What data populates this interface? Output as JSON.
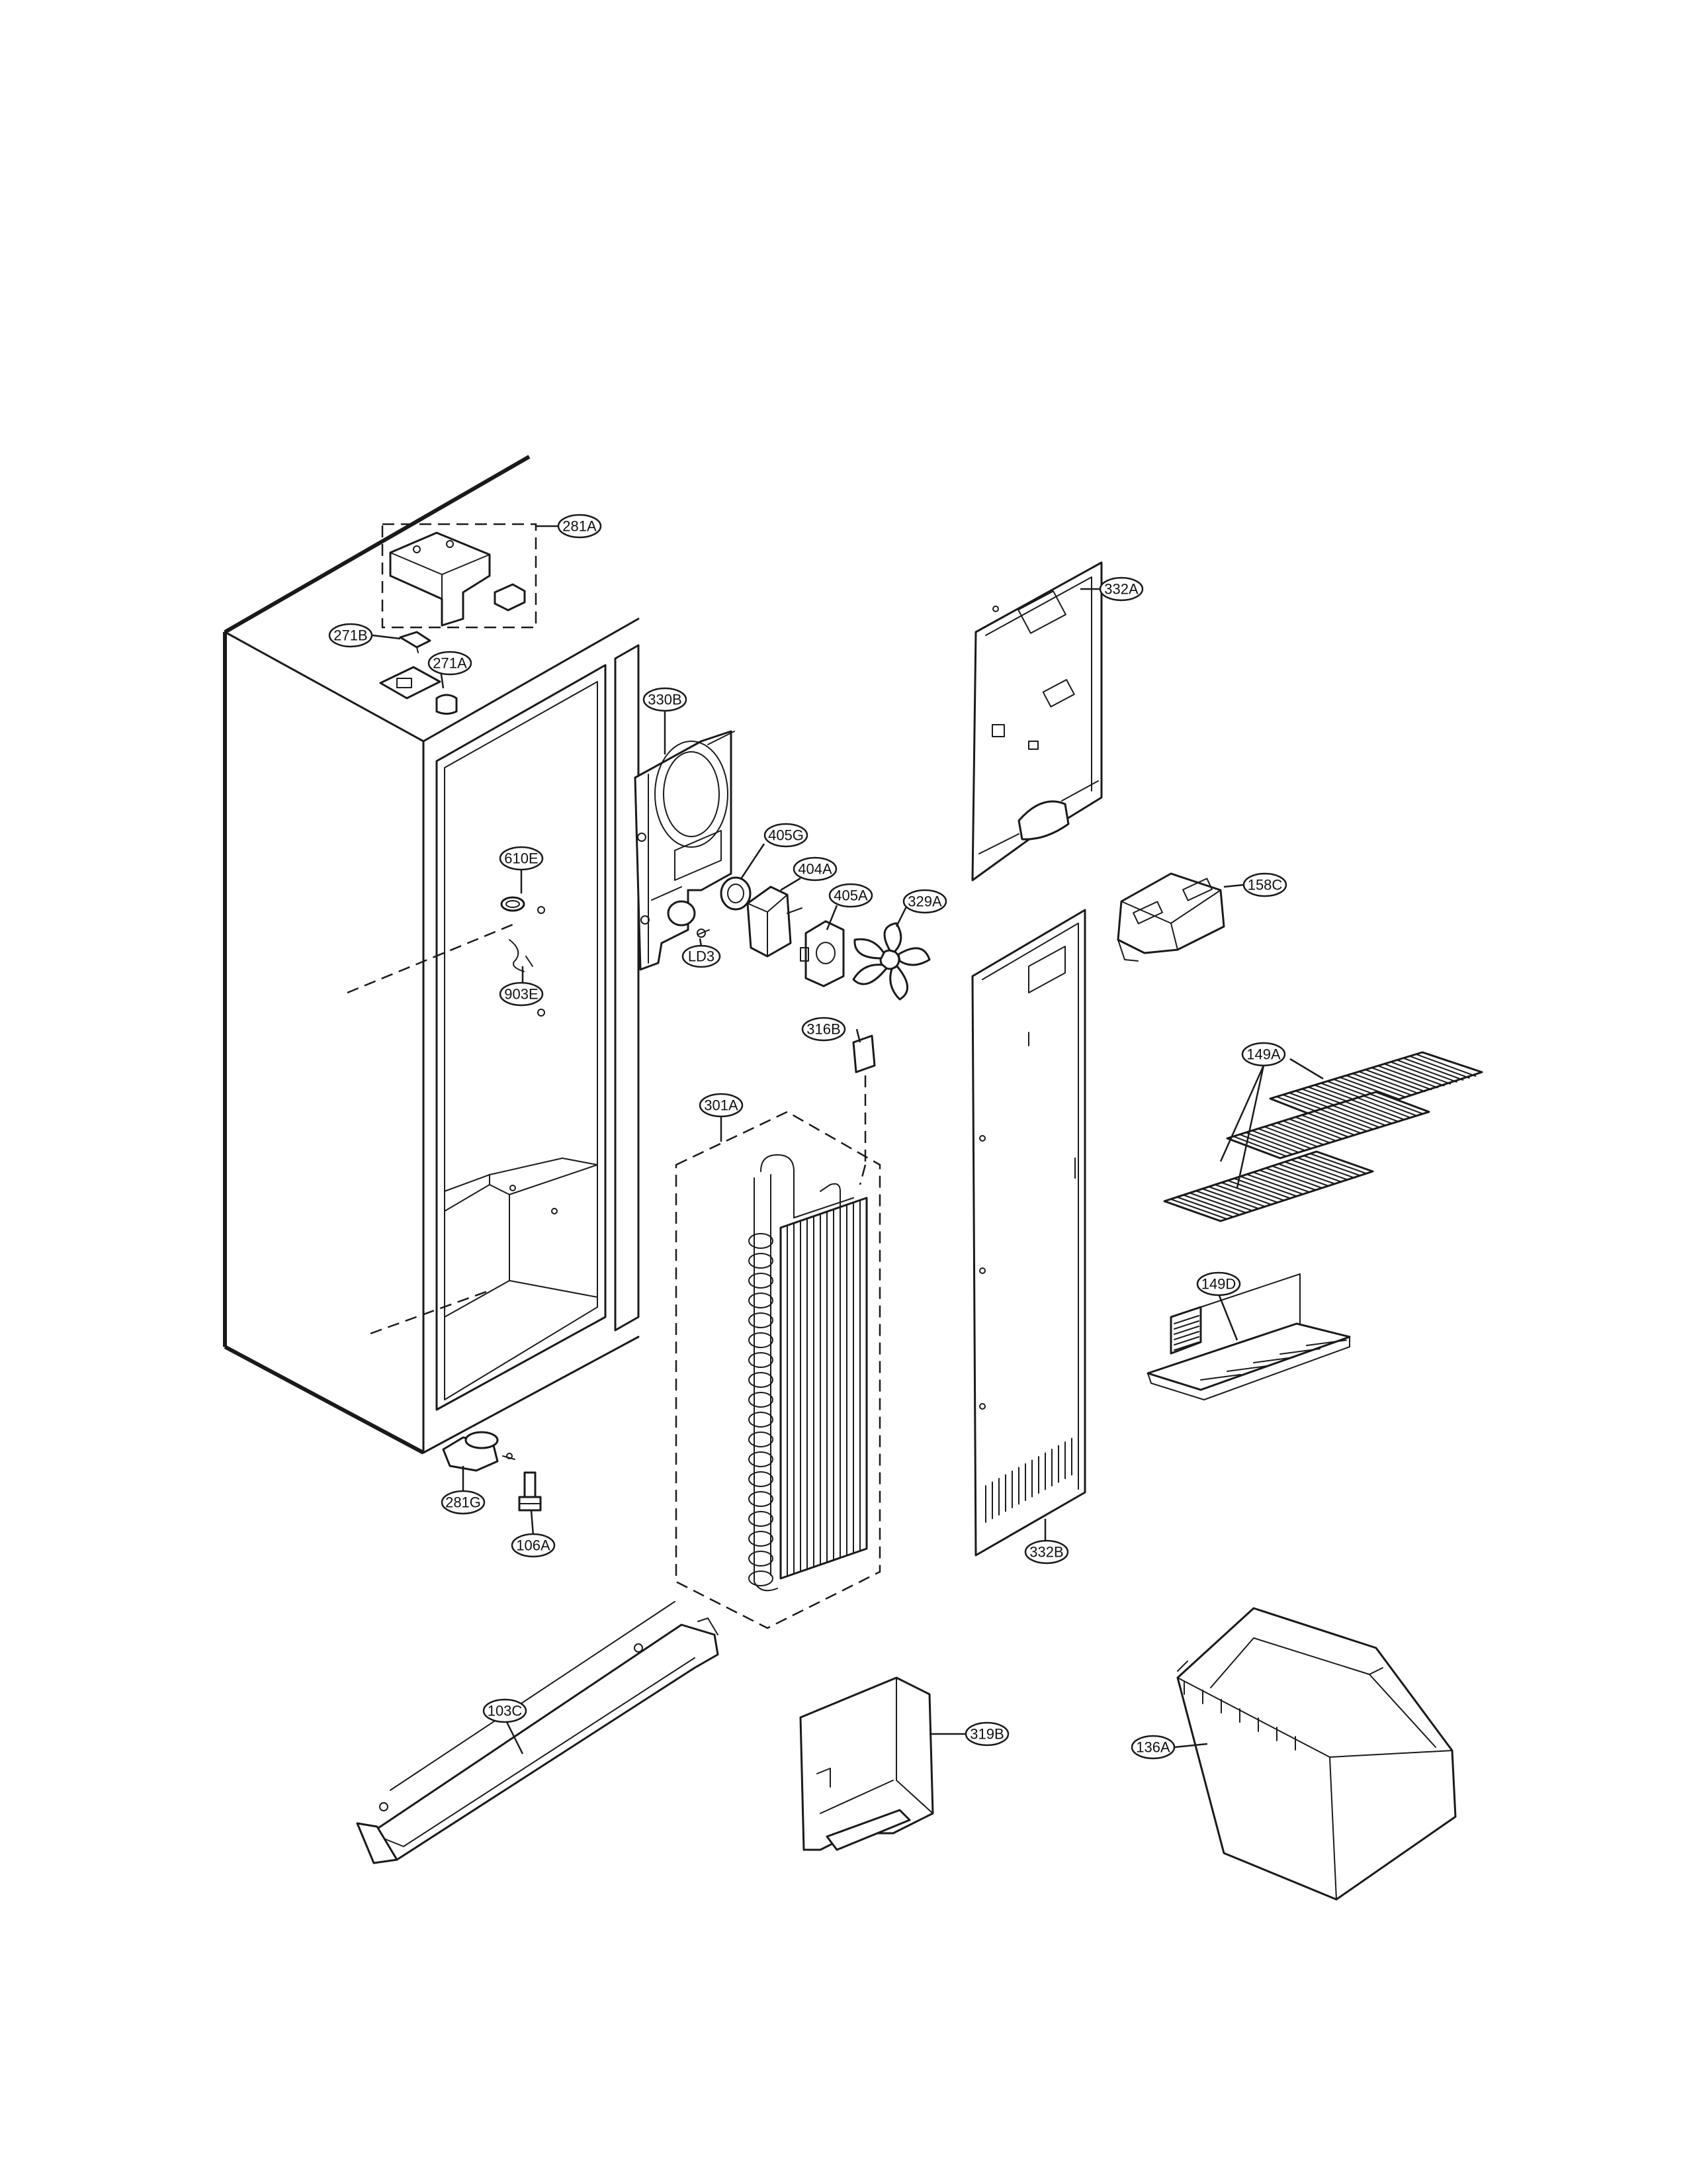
{
  "diagram": {
    "type": "exploded-parts-view",
    "parts": [
      {
        "id": "281A"
      },
      {
        "id": "271B"
      },
      {
        "id": "271A"
      },
      {
        "id": "610E"
      },
      {
        "id": "903E"
      },
      {
        "id": "281G"
      },
      {
        "id": "106A"
      },
      {
        "id": "330B"
      },
      {
        "id": "405G"
      },
      {
        "id": "404A"
      },
      {
        "id": "405A"
      },
      {
        "id": "329A"
      },
      {
        "id": "LD3"
      },
      {
        "id": "332A"
      },
      {
        "id": "158C"
      },
      {
        "id": "316B"
      },
      {
        "id": "301A"
      },
      {
        "id": "332B"
      },
      {
        "id": "149A"
      },
      {
        "id": "149D"
      },
      {
        "id": "103C"
      },
      {
        "id": "319B"
      },
      {
        "id": "136A"
      }
    ]
  }
}
